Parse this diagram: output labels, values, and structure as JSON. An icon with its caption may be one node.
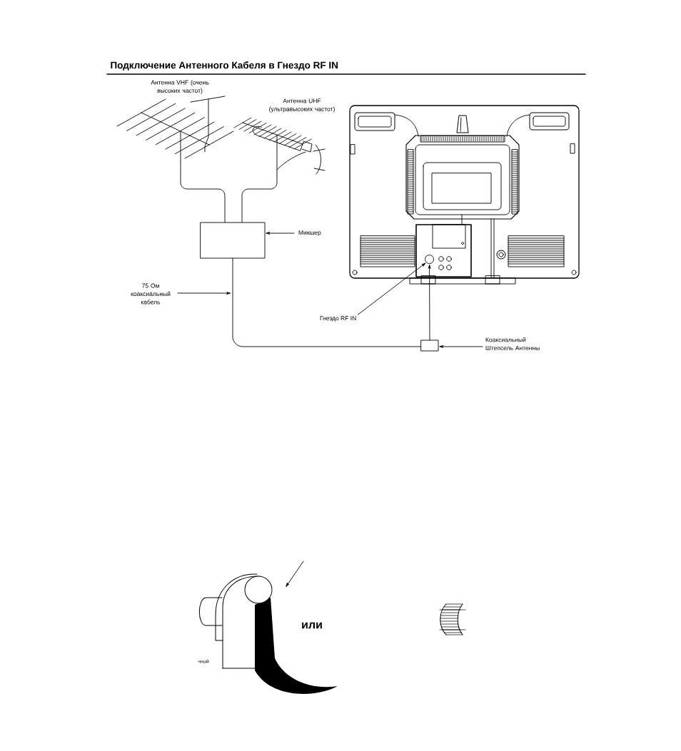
{
  "diagram": {
    "title": "Подключение Антенного Кабеля в Гнездо RF IN",
    "nodes": [
      {
        "text": [
          "Антенна VHF (очень высоких частот)"
        ]
      },
      {
        "text": [
          "Антенна UHF (ультравысоких частот)"
        ]
      },
      {
        "text": [],
        "shape": "picture"
      },
      {
        "text": [],
        "shape": "circle",
        "in": 2
      },
      {
        "text": [],
        "shape": "box"
      },
      {
        "text": [
          "Микшер"
        ]
      },
      {
        "text": [
          "75 Ом коаксиальный кабель"
        ]
      },
      {
        "text": [
          "Гнездо RF IN"
        ]
      },
      {
        "text": [],
        "shape": "box"
      },
      {
        "text": [
          "Коаксиальный Штепсель Антенны"
        ]
      },
      {
        "text": [],
        "shape": "picture"
      }
    ],
    "edges": [
      {
        "from": 0,
        "to": 4,
        "arrow": "none"
      },
      {
        "from": 1,
        "to": 4,
        "arrow": "none"
      },
      {
        "from": 5,
        "to": 4,
        "arrow": "to"
      },
      {
        "from": 6,
        "to": null,
        "arrow": "to"
      },
      {
        "from": 4,
        "to": 8,
        "arrow": "none"
      },
      {
        "from": 8,
        "to": 3,
        "arrow": "to"
      },
      {
        "from": 7,
        "to": 3,
        "arrow": "to"
      },
      {
        "from": 9,
        "to": 8,
        "arrow": "to"
      },
      {
        "from": null,
        "to": 10,
        "arrow": "to"
      }
    ],
    "labels": [
      "или",
      "чный"
    ]
  }
}
